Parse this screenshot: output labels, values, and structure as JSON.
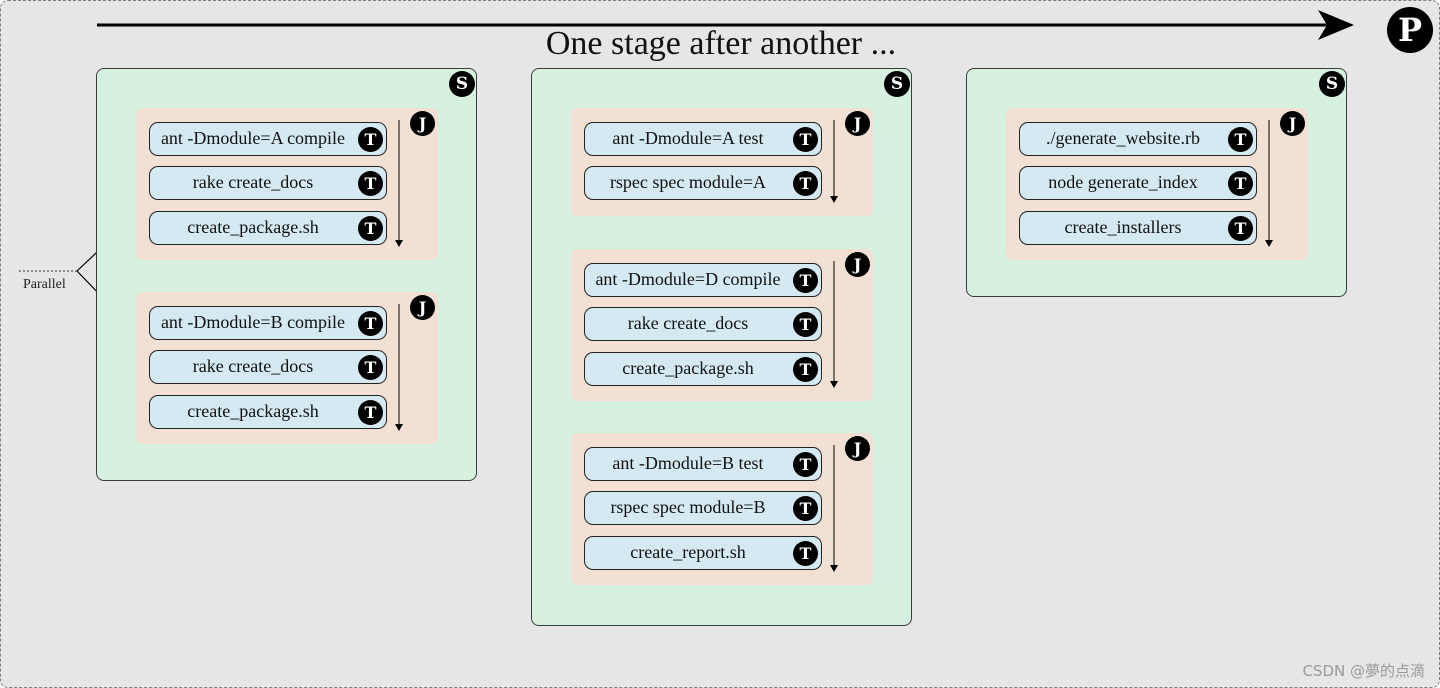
{
  "title": "One stage after another ...",
  "pipeline_badge": "P",
  "parallel_label": "Parallel",
  "watermark": "CSDN @夢的点滴",
  "badges": {
    "stage": "S",
    "job": "J",
    "task": "T"
  },
  "colors": {
    "background": "#e6e6e6",
    "stage_fill": "#d6f1e0",
    "job_fill": "#f2e0d5",
    "task_fill": "#d4e9f1",
    "badge": "#000000"
  },
  "stages": [
    {
      "jobs": [
        {
          "tasks": [
            "ant -Dmodule=A compile",
            "rake create_docs",
            "create_package.sh"
          ]
        },
        {
          "tasks": [
            "ant -Dmodule=B compile",
            "rake create_docs",
            "create_package.sh"
          ]
        }
      ]
    },
    {
      "jobs": [
        {
          "tasks": [
            "ant -Dmodule=A test",
            "rspec spec module=A"
          ]
        },
        {
          "tasks": [
            "ant -Dmodule=D compile",
            "rake create_docs",
            "create_package.sh"
          ]
        },
        {
          "tasks": [
            "ant -Dmodule=B test",
            "rspec spec module=B",
            "create_report.sh"
          ]
        }
      ]
    },
    {
      "jobs": [
        {
          "tasks": [
            "./generate_website.rb",
            "node generate_index",
            "create_installers"
          ]
        }
      ]
    }
  ]
}
